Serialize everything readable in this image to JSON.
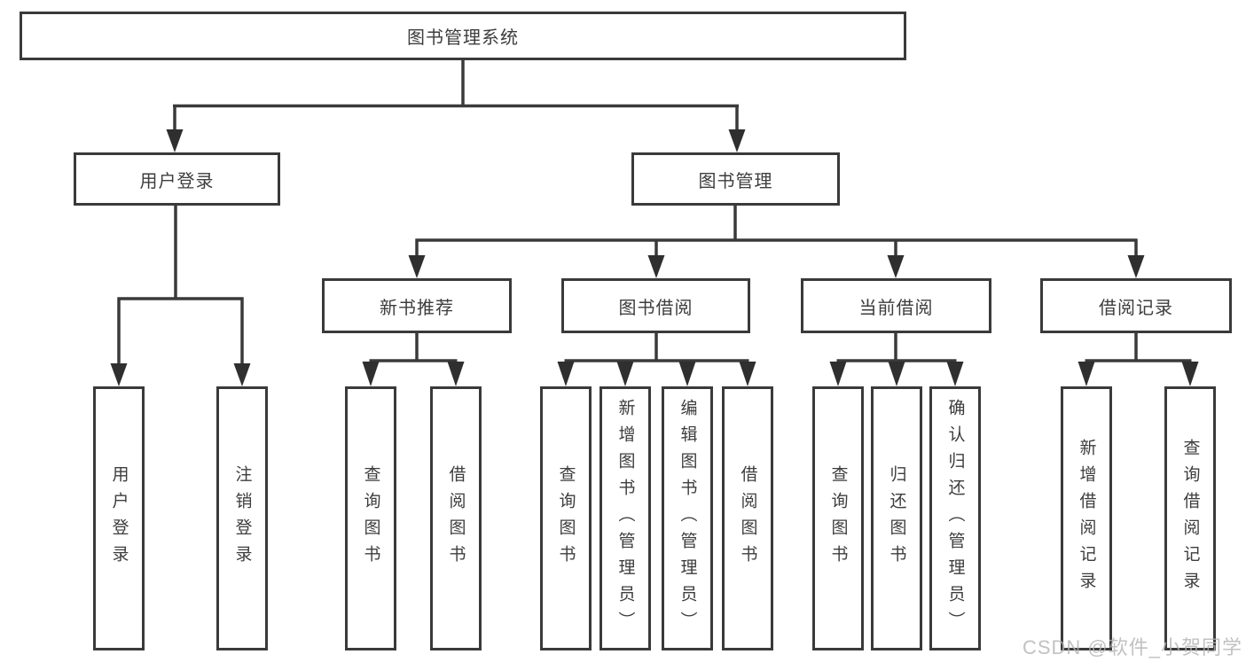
{
  "diagram": {
    "root_label": "图书管理系统",
    "level2": [
      "用户登录",
      "图书管理"
    ],
    "level3": [
      "新书推荐",
      "图书借阅",
      "当前借阅",
      "借阅记录"
    ],
    "leaves": {
      "login": [
        "用户登录",
        "注销登录"
      ],
      "recommend": [
        "查询图书",
        "借阅图书"
      ],
      "borrow": [
        "查询图书",
        "新增图书（管理员）",
        "编辑图书（管理员）",
        "借阅图书"
      ],
      "current": [
        "查询图书",
        "归还图书",
        "确认归还（管理员）"
      ],
      "records": [
        "新增借阅记录",
        "查询借阅记录"
      ]
    }
  },
  "watermark": {
    "text": "CSDN @软件_小贺同学"
  },
  "colors": {
    "background": "#ffffff",
    "box_border": "#3a3a3a",
    "connector_line": "#3a3a3a",
    "arrowhead": "#2f2f2f",
    "text": "#3d3d3d",
    "watermark": "#b2b2b2"
  }
}
